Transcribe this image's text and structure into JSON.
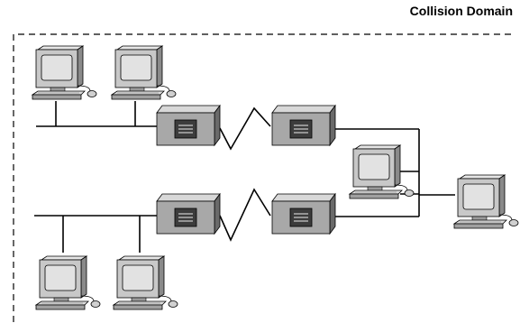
{
  "diagram": {
    "title": "Collision Domain",
    "nodes": {
      "workstations": [
        "pc-top-left",
        "pc-top-middle",
        "pc-right-inner",
        "pc-outside",
        "pc-bottom-left",
        "pc-bottom-middle"
      ],
      "repeaters": [
        "repeater-top-left",
        "repeater-top-right",
        "repeater-bottom-left",
        "repeater-bottom-right"
      ]
    },
    "links": {
      "wan": [
        "repeater-top-left<->repeater-top-right",
        "repeater-bottom-left<->repeater-bottom-right"
      ],
      "ethernet_segments": [
        "top-segment",
        "bottom-segment",
        "right-bus"
      ]
    },
    "boundary": "dashed",
    "colors": {
      "line": "#000000",
      "monitor_body": "#c8c8c8",
      "screen": "#e2e2e2",
      "repeater_face": "#a8a8a8",
      "repeater_side": "#6a6a6a"
    }
  }
}
